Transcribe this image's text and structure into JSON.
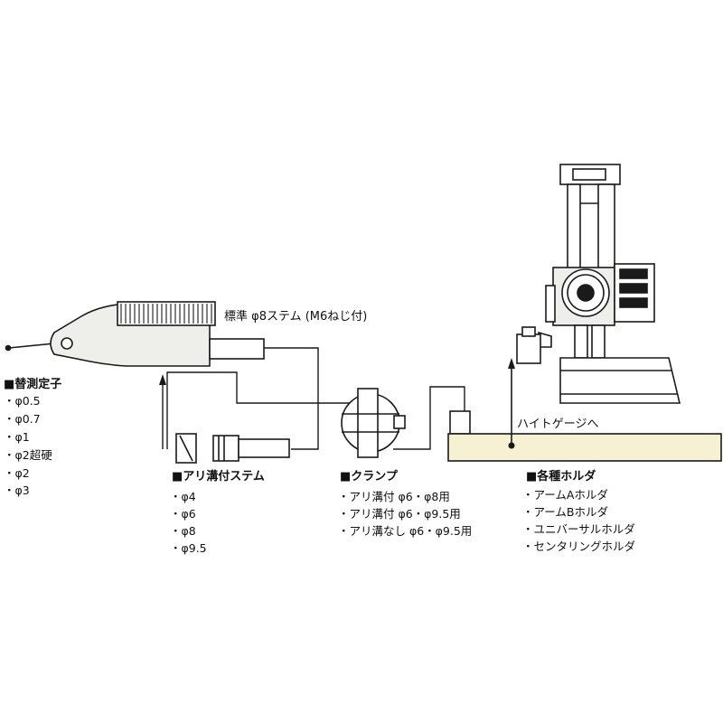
{
  "labels": {
    "standard_stem": "標準 φ8ステム (M6ねじ付)",
    "height_gauge": "ハイトゲージへ"
  },
  "groups": {
    "contact_point": {
      "title": "■替測定子",
      "items": [
        "・φ0.5",
        "・φ0.7",
        "・φ1",
        "・φ2超硬",
        "・φ2",
        "・φ3"
      ]
    },
    "dovetail_stem": {
      "title": "■アリ溝付ステム",
      "items": [
        "・φ4",
        "・φ6",
        "・φ8",
        "・φ9.5"
      ]
    },
    "clamp": {
      "title": "■クランプ",
      "items": [
        "・アリ溝付 φ6・φ8用",
        "・アリ溝付 φ6・φ9.5用",
        "・アリ溝なし φ6・φ9.5用"
      ]
    },
    "holders": {
      "title": "■各種ホルダ",
      "items": [
        "・アームAホルダ",
        "・アームBホルダ",
        "・ユニバーサルホルダ",
        "・センタリングホルダ"
      ]
    }
  },
  "colors": {
    "outline": "#1a1a1a",
    "body_fill": "#eeeeea",
    "base_fill": "#f7f1d4"
  }
}
